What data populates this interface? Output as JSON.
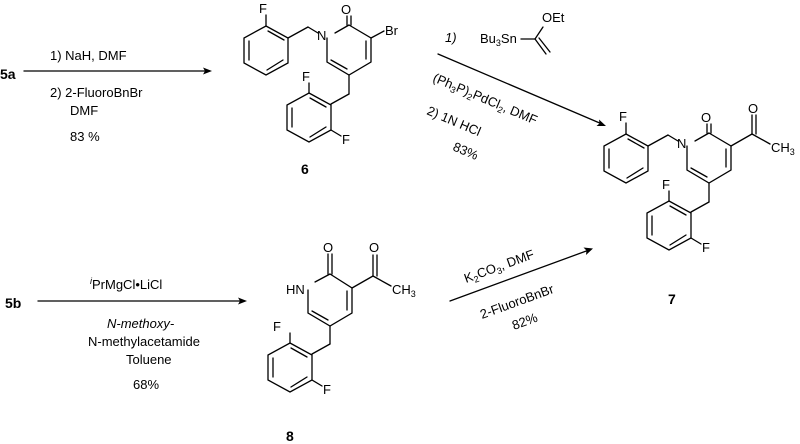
{
  "labels": {
    "start_a": "5a",
    "start_b": "5b",
    "cmpd6": "6",
    "cmpd7": "7",
    "cmpd8": "8"
  },
  "atoms": {
    "F": "F",
    "O": "O",
    "N": "N",
    "HN": "HN",
    "Br": "Br",
    "CH3": "CH",
    "CH3_sub": "3",
    "OEt": "OEt",
    "Bu3Sn": "Bu",
    "Bu3Sn_sub": "3",
    "Sn": "Sn"
  },
  "reactions": {
    "r1": {
      "line1": "1) NaH, DMF",
      "line2": "2) 2-FluoroBnBr",
      "line3": "DMF",
      "yield": "83 %"
    },
    "r2": {
      "step1": "1)",
      "ph": "(Ph",
      "ph_sub": "3",
      "p": "P)",
      "p_sub": "2",
      "pdcl": "PdCl",
      "pdcl_sub": "2",
      "dmf": ", DMF",
      "step2": "2) 1N HCl",
      "yield": "83%"
    },
    "r3": {
      "sup": "i",
      "reagent": "PrMgCl•LiCl",
      "line2": "N-methoxy-",
      "line3": "N-methylacetamide",
      "line4": "Toluene",
      "yield": "68%"
    },
    "r4": {
      "k": "K",
      "k_sub": "2",
      "co": "CO",
      "co_sub": "3",
      "dmf": ", DMF",
      "line2": "2-FluoroBnBr",
      "yield": "82%"
    }
  }
}
